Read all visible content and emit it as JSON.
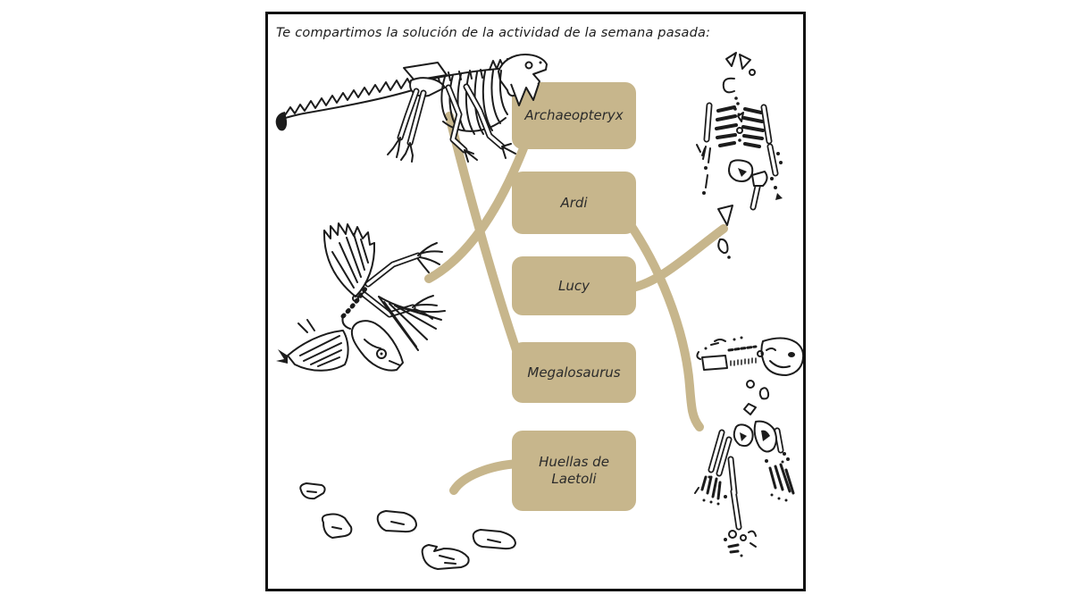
{
  "page": {
    "title": "Te compartimos la solución de la actividad de la semana pasada:"
  },
  "style": {
    "box_fill": "#c7b68c",
    "connector_color": "#c7b68c",
    "frame_border": "#111111",
    "ink": "#1c1c1c",
    "background": "#ffffff",
    "label_text_color": "#2b2b2b"
  },
  "labels": [
    {
      "id": "archaeopteryx",
      "text": "Archaeopteryx"
    },
    {
      "id": "ardi",
      "text": "Ardi"
    },
    {
      "id": "lucy",
      "text": "Lucy"
    },
    {
      "id": "megalosaurus",
      "text": "Megalosaurus"
    },
    {
      "id": "huellas",
      "text": "Huellas de Laetoli"
    }
  ],
  "illustrations": [
    {
      "id": "megalosaurus-skeleton",
      "description": "theropod dinosaur skeleton sketch",
      "position": "top-left"
    },
    {
      "id": "archaeopteryx-fossil",
      "description": "winged Archaeopteryx fossil sketch",
      "position": "middle-left"
    },
    {
      "id": "laetoli-footprints",
      "description": "five fossil footprints",
      "position": "bottom-left"
    },
    {
      "id": "fragmentary-skeleton-upper",
      "description": "scattered hominid skeleton laid out anatomically",
      "position": "top-right"
    },
    {
      "id": "fragmentary-skeleton-lower",
      "description": "skull fragments and scattered bones",
      "position": "bottom-right"
    }
  ],
  "connections": [
    {
      "from": "archaeopteryx-fossil",
      "to": "archaeopteryx"
    },
    {
      "from": "megalosaurus-skeleton",
      "to": "megalosaurus"
    },
    {
      "from": "lucy",
      "to": "fragmentary-skeleton-upper"
    },
    {
      "from": "ardi",
      "to": "fragmentary-skeleton-lower"
    },
    {
      "from": "huellas",
      "to": "laetoli-footprints"
    }
  ]
}
